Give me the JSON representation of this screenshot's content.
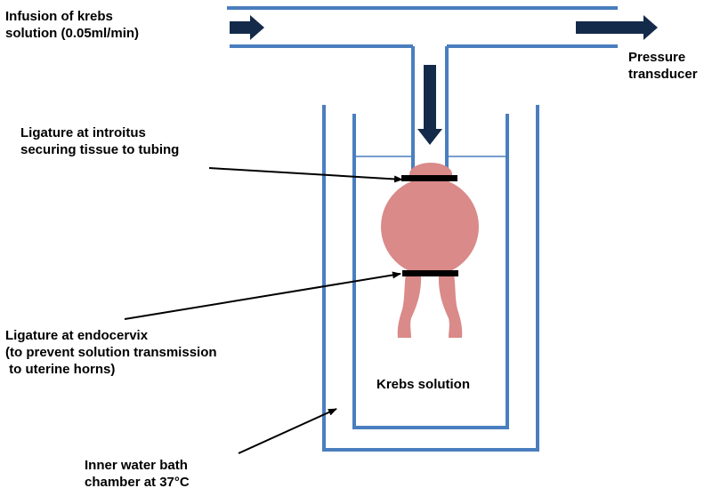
{
  "labels": {
    "infusion": [
      "Infusion of krebs",
      "solution (0.05ml/min)"
    ],
    "pressure": [
      "Pressure",
      "transducer"
    ],
    "introitus": [
      "Ligature at introitus",
      "securing tissue to tubing"
    ],
    "endocervix": [
      "Ligature at endocervix",
      "(to prevent solution transmission",
      " to uterine horns)"
    ],
    "krebs": [
      "Krebs solution"
    ],
    "waterbath": [
      "Inner water bath",
      "chamber at 37°C"
    ]
  },
  "colors": {
    "tube": "#4a7ebf",
    "flow_arrow": "#142a4a",
    "tissue": "#d98a89",
    "ligature": "#000000",
    "pointer": "#000000",
    "text": "#000000"
  },
  "icons": {
    "flow_arrows": "right-arrow-icon, down-arrow-icon",
    "pointers": "line-arrow-icon"
  }
}
